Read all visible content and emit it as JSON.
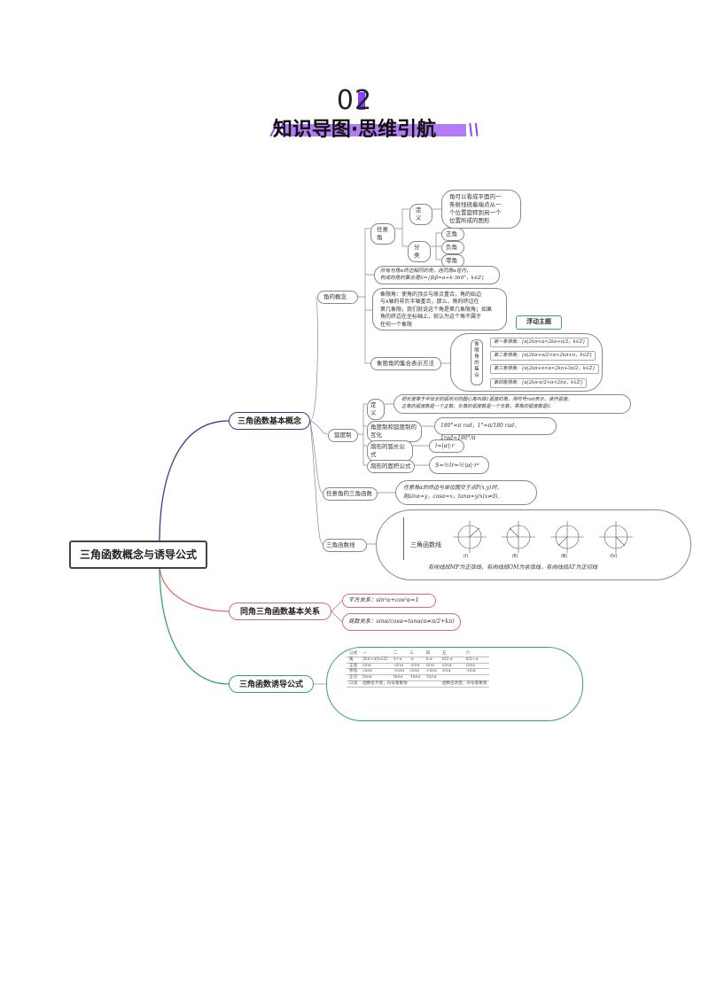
{
  "header": {
    "number": "02",
    "title": "知识导图·思维引航"
  },
  "root": {
    "label": "三角函数概念与诱导公式"
  },
  "branch1": {
    "label": "三角函数基本概念",
    "angle_concept": {
      "label": "角的概念",
      "any_angle": "任意角",
      "definition": "定义",
      "definition_text": [
        "角可以看成平面内一",
        "条射线绕着端点从一",
        "个位置旋转到另一个",
        "位置所成的图形"
      ],
      "classification": "分类",
      "class_items": [
        "正角",
        "负角",
        "零角"
      ],
      "terminal_text": [
        "所有与角α终边相同的角，连同角α在内，",
        "构成的角的集合是S={β|β=α+k·360°，k∈Z}"
      ],
      "quadrant_text": [
        "象限角：使角的顶点与原点重合，角的始边",
        "与x轴的非负半轴重合，那么，角的终边在",
        "第几象限，我们就说这个角是第几象限角；如果",
        "角的终边在坐标轴上，就认为这个角不属于",
        "任何一个象限"
      ],
      "float_label": "浮动主题",
      "quadrant_sets_label": "象限角的集合表示方法",
      "quadrant_group_label": "象限角的集合",
      "quadrant_sets": [
        "第一象限角：{α|2kπ<α<2kπ+π/2，k∈Z}",
        "第二象限角：{α|2kπ+π/2<α<2kπ+π，k∈Z}",
        "第三象限角：{α|2kπ+π<α<2kπ+3π/2，k∈Z}",
        "第四象限角：{α|2kπ-π/2<α<2kπ，k∈Z}"
      ]
    },
    "radian": {
      "label": "弧度制",
      "def": "定义",
      "def_text": [
        "把长度等于半径长的弧所对的圆心角叫做1弧度的角，用符号rad表示，读作弧度。",
        "正角的弧度数是一个正数，负角的弧度数是一个负数，零角的弧度数是0."
      ],
      "conversion": "角度制和弧度制的互化",
      "conversion_text": "180°=π rad，1°=π/180 rad，1rad=180°/π",
      "arc_length": "扇形的弧长公式",
      "arc_length_text": "l=|α|·r",
      "area": "扇形的面积公式",
      "area_text": "S=½lr=½|α|·r²"
    },
    "trig_def": {
      "label": "任意角的三角函数",
      "text": [
        "任意角α的终边与单位圆交于点P(x,y)时，",
        "则sinα=y，cosα=x，tanα=y/x(x≠0)."
      ]
    },
    "trig_lines": {
      "label": "三角函数线",
      "inner_label": "三角函数线",
      "figs": [
        "(Ⅰ)",
        "(Ⅱ)",
        "(Ⅲ)",
        "(Ⅳ)"
      ],
      "text": "有向线段MP为正弦线，有向线段OM为余弦线，有向线段AT为正切线"
    }
  },
  "branch2": {
    "label": "同角三角函数基本关系",
    "square": "平方关系：sin²α+cos²α=1",
    "quotient": "商数关系：sinα/cosα=tanα(α≠π/2+kπ)"
  },
  "branch3": {
    "label": "三角函数诱导公式",
    "table": {
      "header": [
        "公式",
        "一",
        "二",
        "三",
        "四",
        "五",
        "六"
      ],
      "rows": [
        [
          "角",
          "2kπ+α(k∈Z)",
          "π+α",
          "-α",
          "π-α",
          "π/2-α",
          "π/2+α"
        ],
        [
          "正弦",
          "sinα",
          "-sinα",
          "-sinα",
          "sinα",
          "cosα",
          "cosα"
        ],
        [
          "余弦",
          "cosα",
          "-cosα",
          "cosα",
          "-cosα",
          "sinα",
          "-sinα"
        ],
        [
          "正切",
          "tanα",
          "tanα",
          "-tanα",
          "-tanα",
          "",
          ""
        ],
        [
          "口诀",
          "函数名不变，符号看象限",
          "",
          "",
          "",
          "函数名改变，符号看象限",
          ""
        ]
      ]
    }
  },
  "colors": {
    "accent": "#8a3ffc",
    "branch1_line": "#3b3b8f",
    "branch2_line": "#e06b6b",
    "branch3_line": "#3aa36a",
    "float_border": "#3aa36a"
  }
}
